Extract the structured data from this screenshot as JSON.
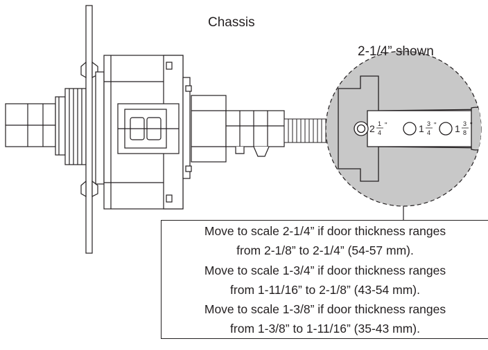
{
  "labels": {
    "chassis": "Chassis",
    "shown": "2-1/4” shown"
  },
  "scale_marks": [
    {
      "whole": "2",
      "num": "1",
      "den": "4",
      "unit": "\""
    },
    {
      "whole": "1",
      "num": "3",
      "den": "4",
      "unit": "\""
    },
    {
      "whole": "1",
      "num": "3",
      "den": "8",
      "unit": "\""
    }
  ],
  "notes": [
    "Move to scale 2-1/4” if door thickness ranges",
    "from 2-1/8” to 2-1/4” (54-57 mm).",
    "Move to scale 1-3/4” if door thickness ranges",
    "from 1-11/16” to 2-1/8” (43-54 mm).",
    "Move to scale 1-3/8” if door thickness ranges",
    "from 1-3/8” to 1-11/16” (35-43 mm)."
  ],
  "colors": {
    "line": "#231f20",
    "part_fill": "#ffffff",
    "detail_fill": "#c8c8c8"
  }
}
